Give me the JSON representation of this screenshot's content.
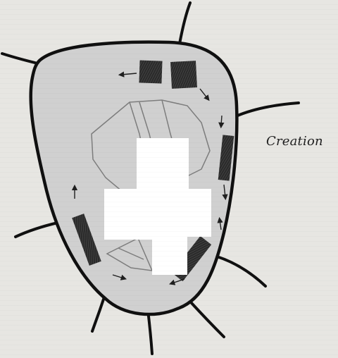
{
  "diagram": {
    "label_text": "Creation",
    "palette": {
      "paper": "#e7e6e2",
      "cell_fill": "#d0d0d0",
      "outline": "#101010",
      "block": "#2b2b2b",
      "ghost": "#b5b5b5",
      "cutout": "#ffffff"
    },
    "flow_direction": "clockwise",
    "blocks": [
      {
        "id": "top-left"
      },
      {
        "id": "top-right"
      },
      {
        "id": "right"
      },
      {
        "id": "bottom-right"
      },
      {
        "id": "bottom-left"
      }
    ]
  }
}
